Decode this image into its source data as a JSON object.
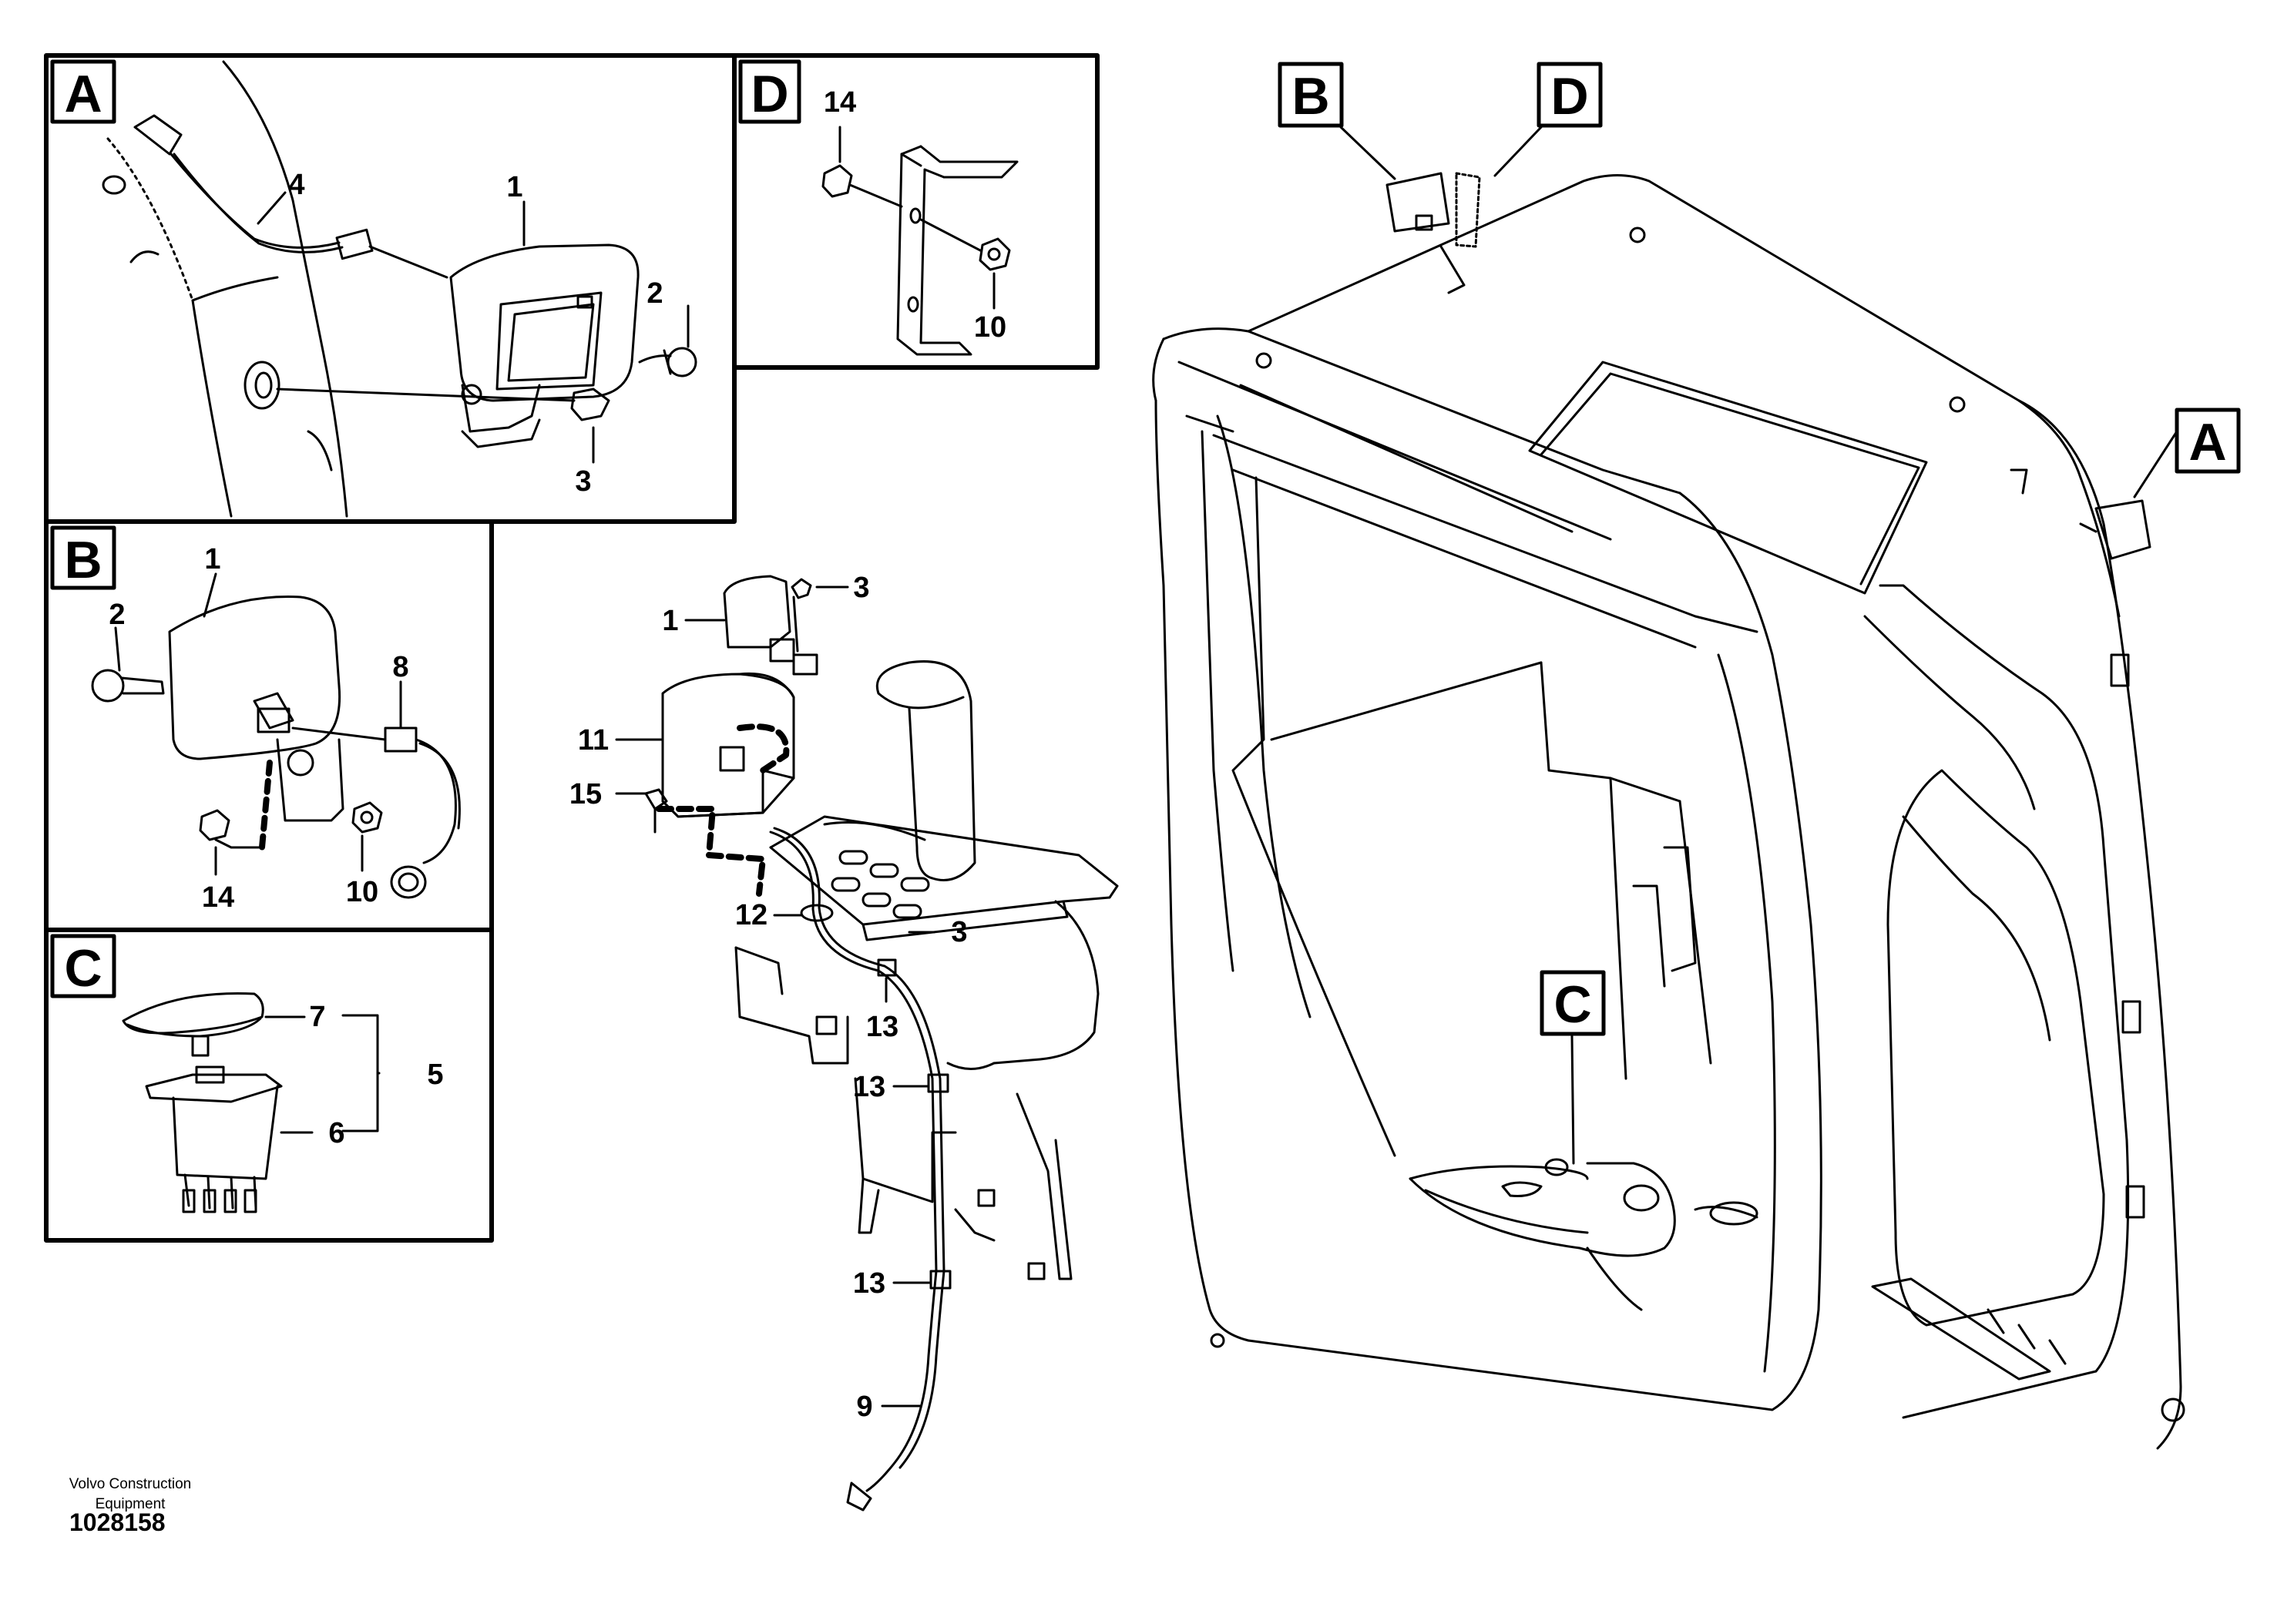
{
  "footer": {
    "company_line1": "Volvo Construction",
    "company_line2": "Equipment",
    "drawing_number": "1028158"
  },
  "insets": {
    "A": {
      "tag": "A",
      "parts": [
        "4",
        "1",
        "2",
        "3"
      ]
    },
    "D": {
      "tag": "D",
      "parts": [
        "14",
        "10"
      ]
    },
    "B": {
      "tag": "B",
      "parts": [
        "1",
        "2",
        "8",
        "14",
        "10"
      ]
    },
    "C": {
      "tag": "C",
      "parts": [
        "7",
        "5",
        "6"
      ]
    }
  },
  "main_view": {
    "tags": [
      "B",
      "D",
      "A",
      "C"
    ],
    "parts": [
      "3",
      "1",
      "11",
      "15",
      "12",
      "3",
      "13",
      "13",
      "13",
      "9"
    ]
  }
}
